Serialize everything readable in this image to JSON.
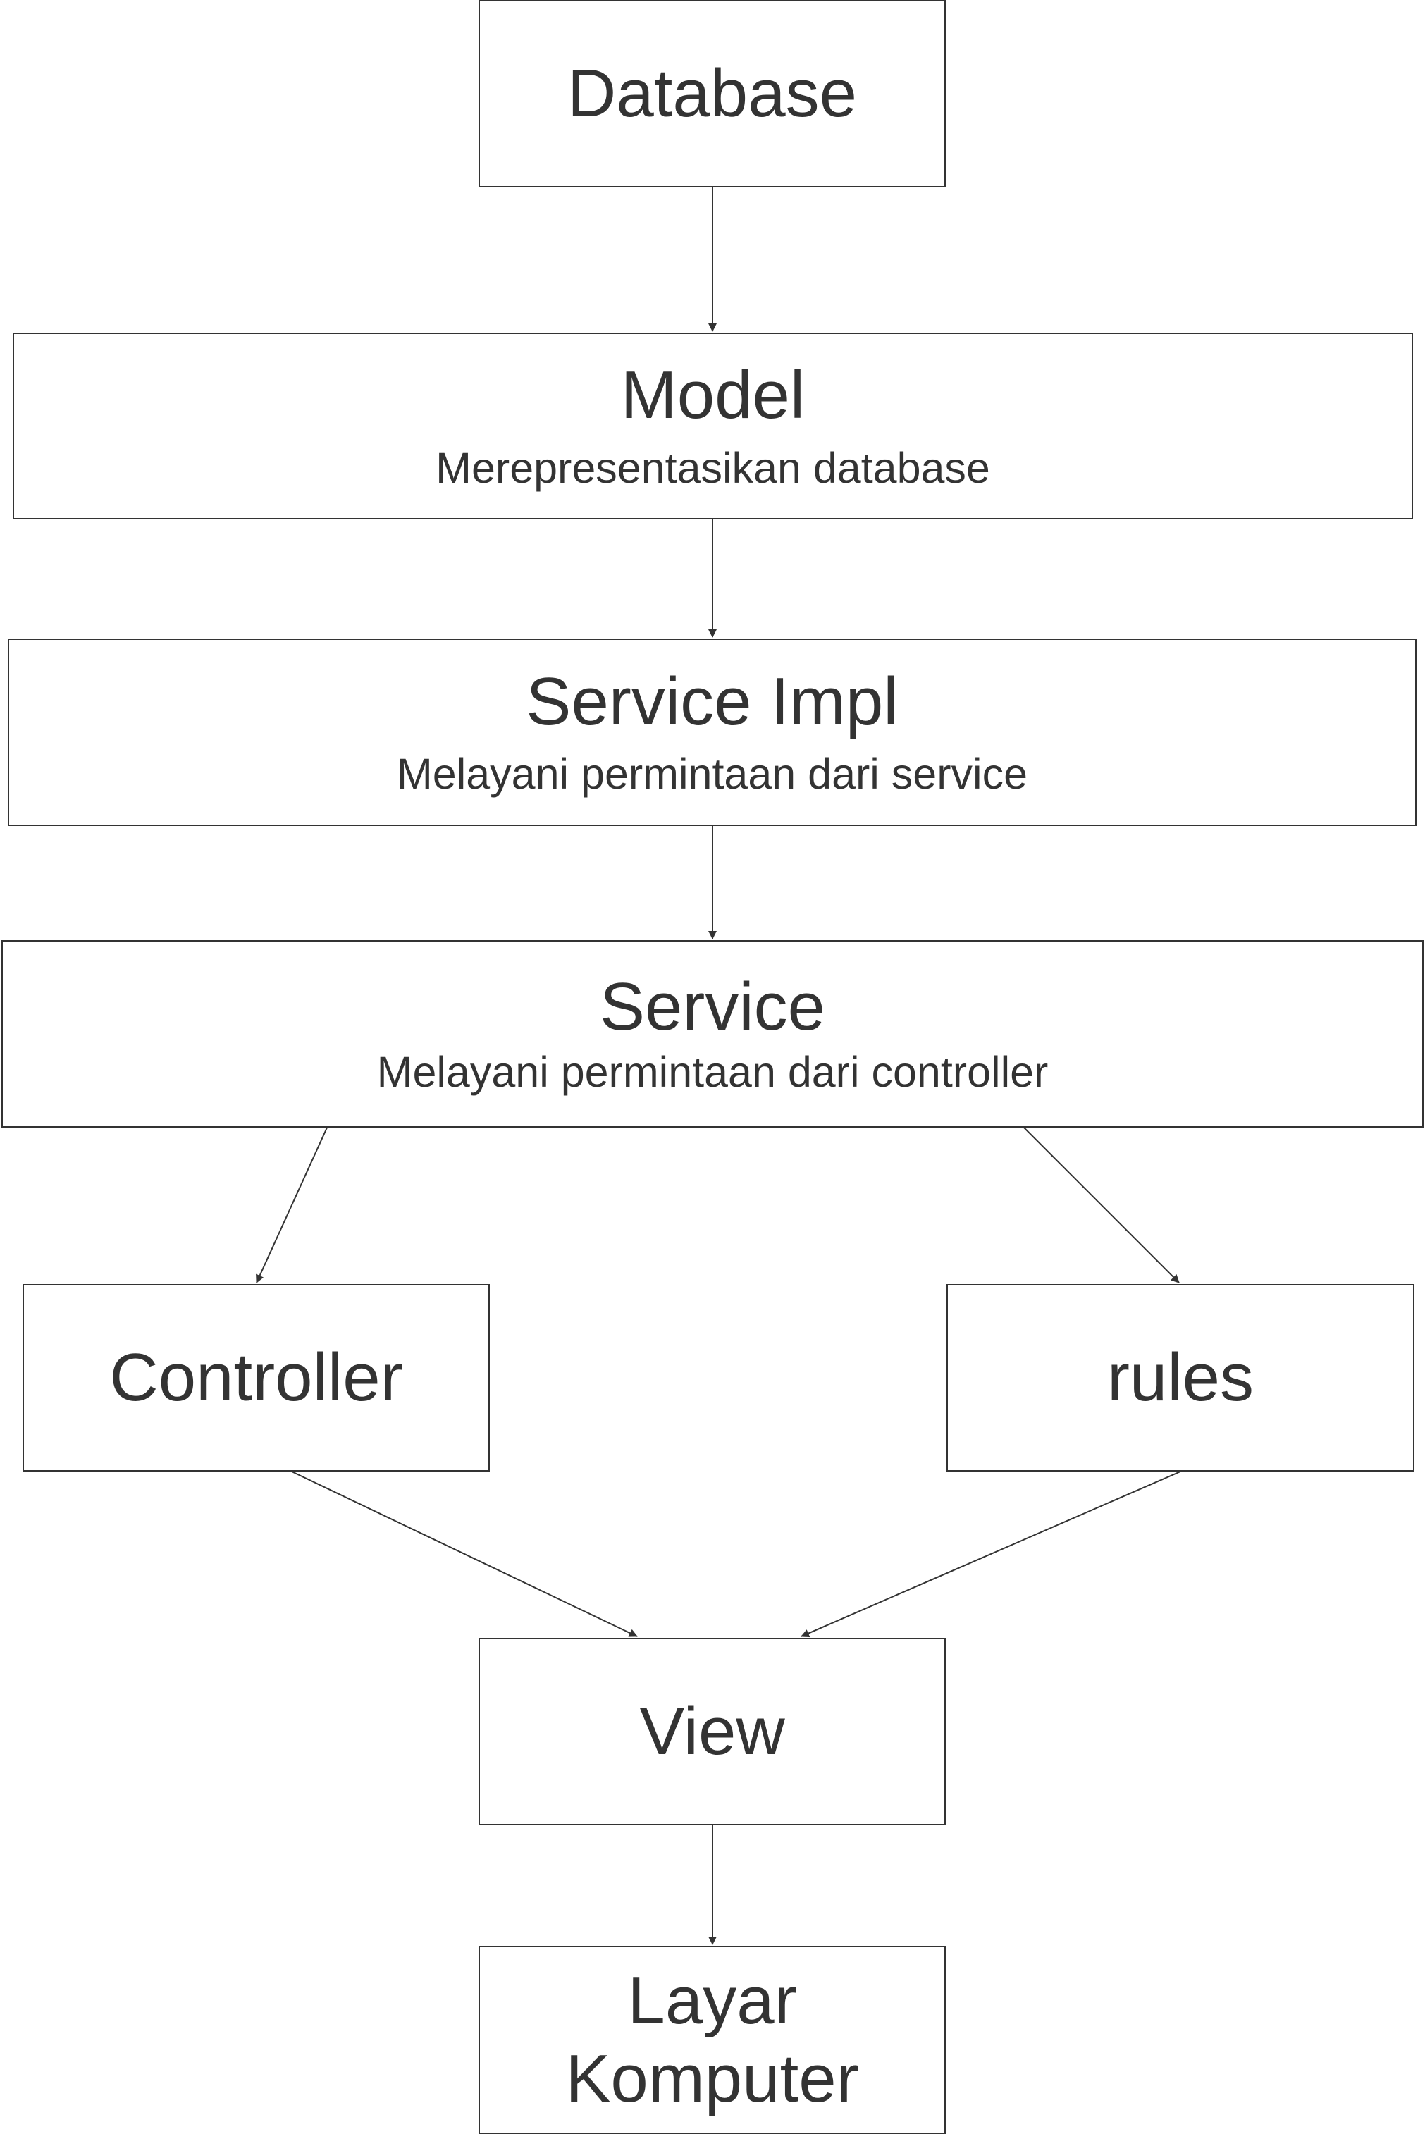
{
  "colors": {
    "stroke": "#333333",
    "text": "#333333",
    "background": "#ffffff"
  },
  "nodes": {
    "database": {
      "title": "Database"
    },
    "model": {
      "title": "Model",
      "subtitle": "Merepresentasikan database"
    },
    "service_impl": {
      "title": "Service Impl",
      "subtitle": "Melayani permintaan dari service"
    },
    "service": {
      "title": "Service",
      "subtitle": "Melayani permintaan dari controller"
    },
    "controller": {
      "title": "Controller"
    },
    "rules": {
      "title": "rules"
    },
    "view": {
      "title": "View"
    },
    "layar": {
      "title_line1": "Layar",
      "title_line2": "Komputer"
    }
  },
  "edges": [
    {
      "from": "database",
      "to": "model"
    },
    {
      "from": "model",
      "to": "service_impl"
    },
    {
      "from": "service_impl",
      "to": "service"
    },
    {
      "from": "service",
      "to": "controller"
    },
    {
      "from": "service",
      "to": "rules"
    },
    {
      "from": "controller",
      "to": "view"
    },
    {
      "from": "rules",
      "to": "view"
    },
    {
      "from": "view",
      "to": "layar"
    }
  ]
}
